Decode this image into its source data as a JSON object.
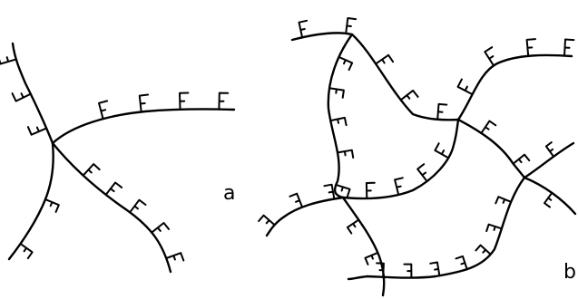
{
  "panels": [
    {
      "id": "a",
      "label": "a"
    },
    {
      "id": "b",
      "label": "b"
    }
  ],
  "colors": {
    "ink": "#000000",
    "background": "#ffffff"
  },
  "glyphs": {
    "side_chain": "F"
  }
}
